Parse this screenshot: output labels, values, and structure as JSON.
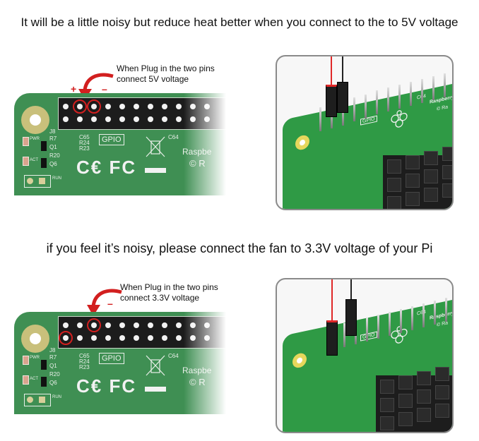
{
  "section_5v": {
    "heading": "It will be a little noisy but reduce heat better when you connect to the to 5V voltage",
    "callout_line1": "When Plug in the two pins",
    "callout_line2": "connect 5V voltage",
    "plus_sign": "+",
    "minus_sign": "–"
  },
  "section_33v": {
    "heading": "if you feel it’s noisy, please connect the fan to 3.3V voltage of your Pi",
    "callout_line1": "When Plug in the two pins",
    "callout_line2": "connect 3.3V voltage",
    "minus_sign": "–"
  },
  "board_silkscreen": {
    "gpio": "GPIO",
    "j8": "J8",
    "r7": "R7",
    "q1": "Q1",
    "r20": "R20",
    "q6": "Q6",
    "c65": "C65",
    "r24": "R24",
    "r23": "R23",
    "c64": "C64",
    "pwr": "PWR",
    "act": "ACT",
    "run": "RUN",
    "ce_mark": "C€ FC",
    "raspberry": "Raspbe",
    "copyright": "© R"
  },
  "photo_silkscreen": {
    "gpio": "GPIO",
    "c64": "C64",
    "raspberry": "Raspberry",
    "copyright": "© Ra"
  },
  "colors": {
    "board_green": "#3f8f53",
    "photo_pcb_green": "#2f9a45",
    "header_black": "#1c1c1c",
    "highlight_red": "#d21f1f",
    "wire_red": "#e02828",
    "wire_black": "#222222",
    "mount_gold": "#c9c07b"
  }
}
